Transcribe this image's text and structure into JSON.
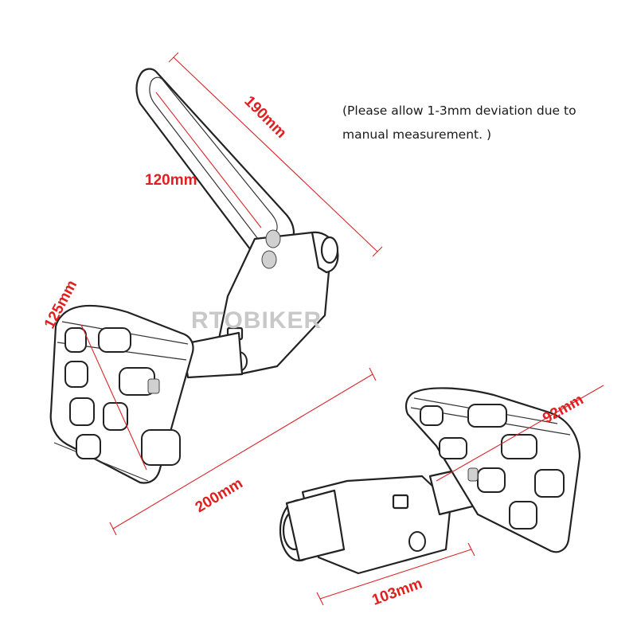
{
  "note": {
    "line1": "(Please allow 1-3mm deviation due to",
    "line2": "manual measurement. )"
  },
  "dimensions": {
    "d190": "190mm",
    "d120": "120mm",
    "d125": "125mm",
    "d200": "200mm",
    "d92": "92mm",
    "d103": "103mm"
  },
  "watermark": "RTOBIKER",
  "colors": {
    "dimension": "#e02020",
    "outline": "#222222"
  }
}
